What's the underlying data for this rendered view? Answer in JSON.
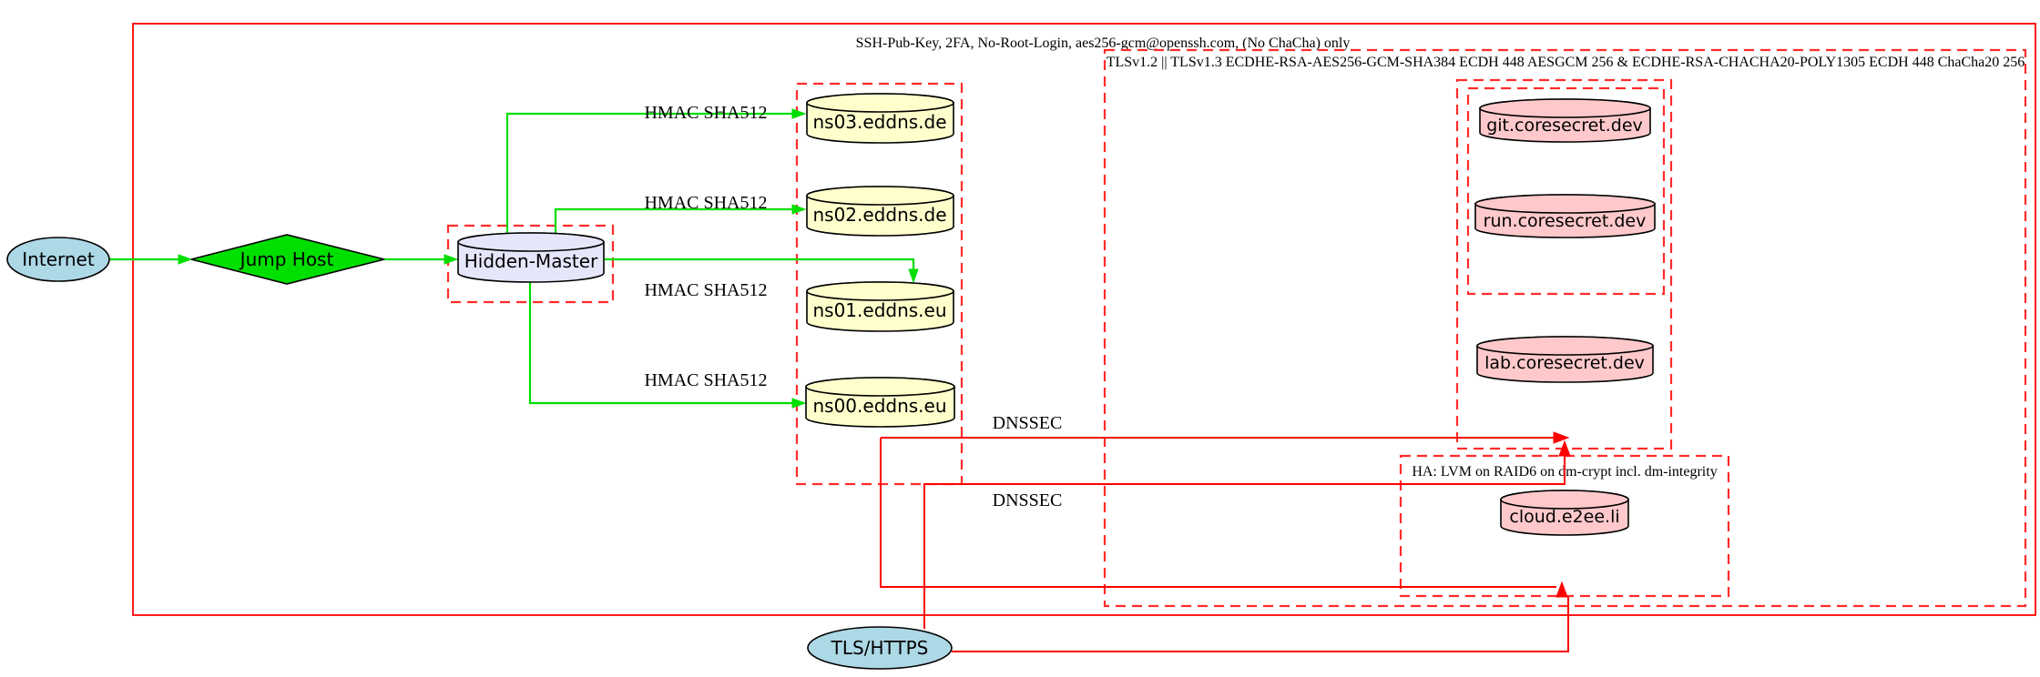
{
  "diagram": {
    "cluster_labels": {
      "ssh_policy": "SSH-Pub-Key, 2FA, No-Root-Login, aes256-gcm@openssh.com, (No ChaCha) only",
      "tls_policy": "TLSv1.2 || TLSv1.3 ECDHE-RSA-AES256-GCM-SHA384 ECDH 448 AESGCM 256 & ECDHE-RSA-CHACHA20-POLY1305 ECDH 448 ChaCha20 256",
      "ha_policy": "HA: LVM on RAID6 on dm-crypt incl. dm-integrity"
    },
    "nodes": {
      "internet": "Internet",
      "jump_host": "Jump Host",
      "hidden_master": "Hidden-Master",
      "ns03": "ns03.eddns.de",
      "ns02": "ns02.eddns.de",
      "ns01": "ns01.eddns.eu",
      "ns00": "ns00.eddns.eu",
      "git": "git.coresecret.dev",
      "run": "run.coresecret.dev",
      "lab": "lab.coresecret.dev",
      "cloud": "cloud.e2ee.li",
      "tls_https": "TLS/HTTPS"
    },
    "edge_labels": {
      "hmac": "HMAC SHA512",
      "dnssec": "DNSSEC"
    },
    "colors": {
      "edge_green": "#00dd00",
      "edge_red": "#ff0000",
      "cluster_red": "#ff2b2b",
      "node_blue": "#add8e6",
      "node_yellow": "#ffffcc",
      "node_pink": "#ffc9cb",
      "node_lavender": "#e6e6fa",
      "diamond_green": "#00e000"
    }
  }
}
